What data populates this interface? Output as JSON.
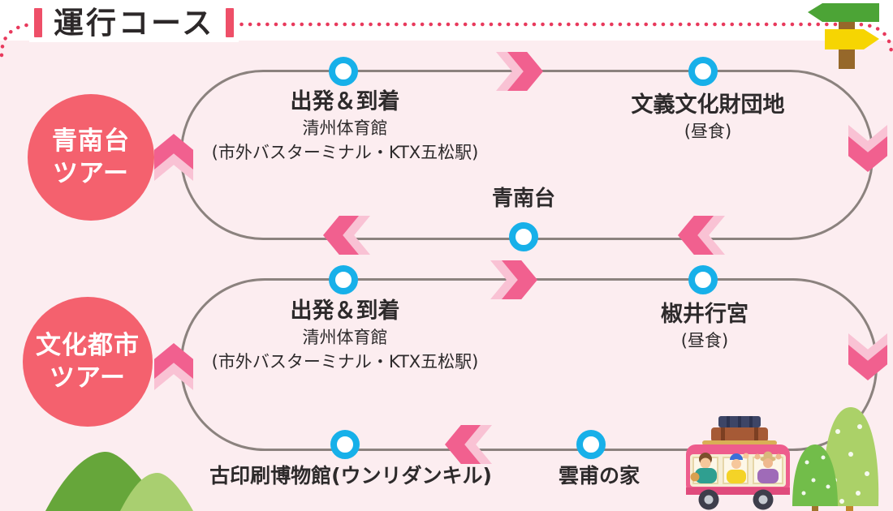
{
  "title": {
    "text": "運行コース"
  },
  "tours": [
    {
      "badge": {
        "line1": "青南台",
        "line2": "ツアー"
      },
      "stops": [
        {
          "id": "departure",
          "name": "出発＆到着",
          "venue": "清州体育館",
          "note": "(市外バスターミナル・KTX五松駅)"
        },
        {
          "id": "lunch",
          "name": "文義文化財団地",
          "note": "(昼食)"
        },
        {
          "id": "cheongnamdae",
          "name": "青南台"
        }
      ]
    },
    {
      "badge": {
        "line1": "文化都市",
        "line2": "ツアー"
      },
      "stops": [
        {
          "id": "departure",
          "name": "出発＆到着",
          "venue": "清州体育館",
          "note": "(市外バスターミナル・KTX五松駅)"
        },
        {
          "id": "lunch",
          "name": "椒井行宮",
          "note": "(昼食)"
        },
        {
          "id": "museum",
          "name": "古印刷博物館(ウンリダンキル)"
        },
        {
          "id": "unbo-house",
          "name": "雲甫の家"
        }
      ]
    }
  ],
  "icons": {
    "signpost": "signpost-icon",
    "bus": "tour-bus-icon",
    "trees": "trees-icon",
    "mountains": "mountains-icon",
    "stop_marker": "stop-circle-icon",
    "direction": "chevron-arrow-icon"
  },
  "colors": {
    "panel_background": "#fcedf0",
    "badge": "#f4616e",
    "title_accent": "#ee4f68",
    "dotted_border": "#e8395c",
    "route_line": "#8b827e",
    "stop_ring": "#17b0e9",
    "chevron_dark": "#f1608f",
    "chevron_light": "#f9c2d4",
    "text": "#2d2a2b"
  }
}
